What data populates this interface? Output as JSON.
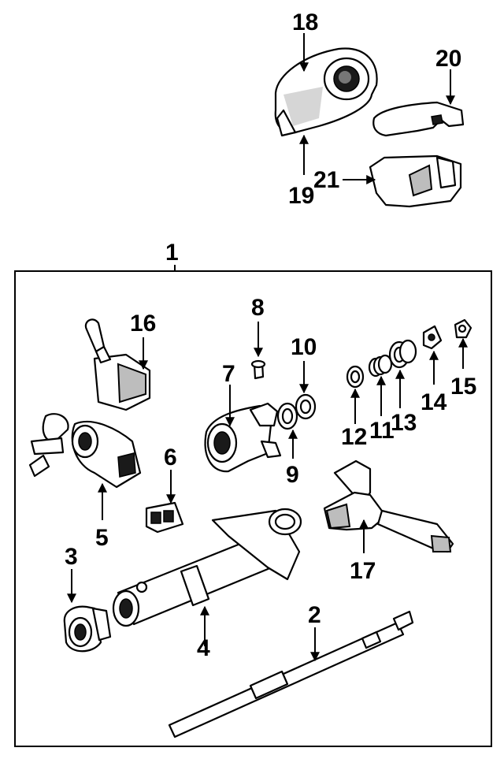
{
  "callouts": {
    "c1": "1",
    "c2": "2",
    "c3": "3",
    "c4": "4",
    "c5": "5",
    "c6": "6",
    "c7": "7",
    "c8": "8",
    "c9": "9",
    "c10": "10",
    "c11": "11",
    "c12": "12",
    "c13": "13",
    "c14": "14",
    "c15": "15",
    "c16": "16",
    "c17": "17",
    "c18": "18",
    "c19": "19",
    "c20": "20",
    "c21": "21"
  },
  "colors": {
    "line": "#000000",
    "background": "#ffffff",
    "shading": "#8a8a8a"
  }
}
